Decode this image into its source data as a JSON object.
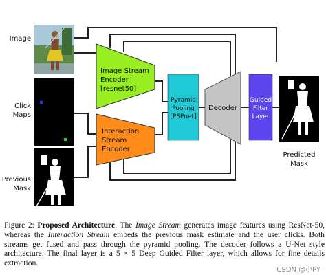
{
  "inputs": {
    "image_label": "Image",
    "click_maps_label_1": "Click",
    "click_maps_label_2": "Maps",
    "previous_mask_label_1": "Previous",
    "previous_mask_label_2": "Mask"
  },
  "blocks": {
    "image_encoder": [
      "Image Stream",
      "Encoder",
      "[resnet50]"
    ],
    "interaction_encoder": [
      "Interaction",
      "Stream",
      "Encoder"
    ],
    "pyramid_pooling": [
      "Pyramid",
      "Pooling",
      "[PSPnet]"
    ],
    "decoder": [
      "Decoder"
    ],
    "guided_filter": [
      "Guided",
      "Filter",
      "Layer"
    ]
  },
  "output": {
    "label_1": "Predicted",
    "label_2": "Mask"
  },
  "colors": {
    "image_encoder": "#99ee22",
    "interaction_encoder": "#ff8c1a",
    "pyramid_pooling": "#1fc9d6",
    "decoder": "#c4c4c4",
    "guided_filter": "#5c45ee"
  },
  "caption": {
    "fig_label": "Figure 2:",
    "fig_title": "Proposed Architecture",
    "t1": ". The ",
    "i1": "Image Stream",
    "t2": " generates image features using ResNet-50, whereas the ",
    "i2": "Interaction Stream",
    "t3": " embeds the previous mask estimate and the user clicks. Both streams get fused and pass through the pyramid pooling. The decoder follows a U-Net style architecture. The final layer is a 5 × 5 Deep Guided Filter layer, which allows for fine details extraction."
  },
  "watermark": "CSDN @小PY"
}
